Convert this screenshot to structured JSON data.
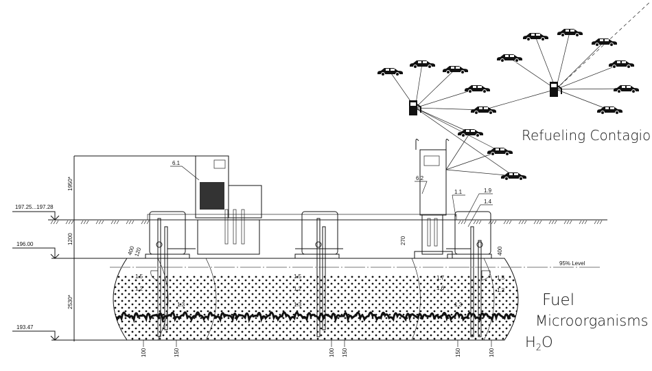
{
  "elevations": {
    "ground": "197.25...197.28",
    "tank_top": "196.00",
    "tank_bottom": "193.47"
  },
  "dimensions": {
    "dispenser_height": "1950*",
    "cover_depth": "1200",
    "tank_diameter": "2530*",
    "d400_left": "400",
    "d120_left": "120",
    "d270": "270",
    "d400_right": "400",
    "bottom": [
      "100",
      "150",
      "100",
      "150",
      "150",
      "100"
    ]
  },
  "callouts": {
    "dispenser_1": "6.1",
    "dispenser_2": "6.2",
    "c1_1": "1.1",
    "c1_9": "1.9",
    "c1_4": "1.4",
    "left": [
      "1.5",
      "1.2",
      "1.3"
    ],
    "middle": [
      "1.5",
      "1.2",
      "1.3"
    ],
    "right_a": [
      "1.7",
      "1.6",
      "1.3"
    ],
    "right_b": [
      "1.5",
      "1.2"
    ]
  },
  "level_label": "95% Level",
  "legend": {
    "fuel": "Fuel",
    "microorganisms": "Microorganisms",
    "water_h": "H",
    "water_2": "2",
    "water_o": "O"
  },
  "contagion_title": "Refueling Contagion"
}
